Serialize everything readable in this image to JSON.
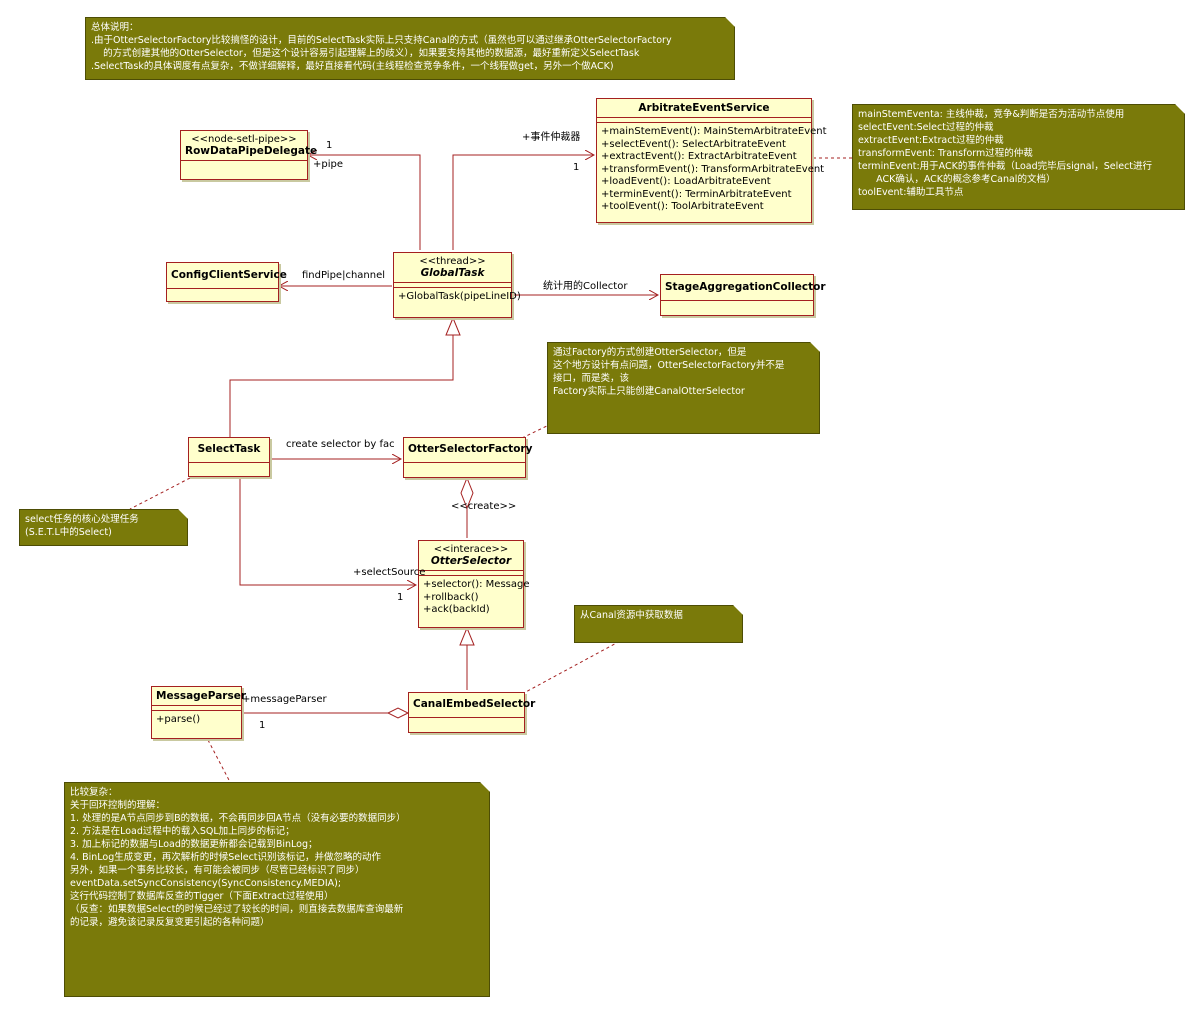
{
  "notes": {
    "overview": [
      "总体说明：",
      ".由于OtterSelectorFactory比较搞怪的设计，目前的SelectTask实际上只支持Canal的方式（虽然也可以通过继承OtterSelectorFactory",
      "    的方式创建其他的OtterSelector，但是这个设计容易引起理解上的歧义），如果要支持其他的数据源，最好重新定义SelectTask",
      ".SelectTask的具体调度有点复杂，不做详细解释，最好直接看代码(主线程检查竞争条件，一个线程做get，另外一个做ACK)"
    ],
    "arbitrate": [
      "mainStemEventa: 主线仲裁，竞争&判断是否为活动节点使用",
      "selectEvent:Select过程的仲裁",
      "extractEvent:Extract过程的仲裁",
      "transformEvent: Transform过程的仲裁",
      "terminEvent:用于ACK的事件仲裁（Load完毕后signal，Select进行",
      "      ACK确认，ACK的概念参考Canal的文档）",
      "toolEvent:辅助工具节点"
    ],
    "factory": [
      "通过Factory的方式创建OtterSelector，但是",
      "这个地方设计有点问题，OtterSelectorFactory并不是",
      "接口，而是类，该",
      "Factory实际上只能创建CanalOtterSelector"
    ],
    "selecttask": [
      "select任务的核心处理任务",
      "(S.E.T.L中的Select)"
    ],
    "canal": [
      "从Canal资源中获取数据"
    ],
    "complex": [
      "比较复杂：",
      "",
      "关于回环控制的理解：",
      "1. 处理的是A节点同步到B的数据，不会再同步回A节点（没有必要的数据同步）",
      "2. 方法是在Load过程中的载入SQL加上同步的标记；",
      "3. 加上标记的数据与Load的数据更新都会记载到BinLog；",
      "4. BinLog生成变更，再次解析的时候Select识别该标记，并做忽略的动作",
      "",
      "另外，如果一个事务比较长，有可能会被同步（尽管已经标识了同步）",
      "",
      "eventData.setSyncConsistency(SyncConsistency.MEDIA);",
      "这行代码控制了数据库反查的Tigger（下面Extract过程使用）",
      "（反查：如果数据Select的时候已经过了较长的时间，则直接去数据库查询最新",
      "的记录，避免该记录反复变更引起的各种问题）"
    ]
  },
  "classes": {
    "row_data_pipe_delegate": {
      "stereotype": "<<node-setl-pipe>>",
      "name": "RowDataPipeDelegate"
    },
    "arbitrate_event_service": {
      "name": "ArbitrateEventService",
      "operations": [
        "+mainStemEvent(): MainStemArbitrateEvent",
        "+selectEvent(): SelectArbitrateEvent",
        "+extractEvent(): ExtractArbitrateEvent",
        "+transformEvent(): TransformArbitrateEvent",
        "+loadEvent(): LoadArbitrateEvent",
        "+terminEvent(): TerminArbitrateEvent",
        "+toolEvent(): ToolArbitrateEvent"
      ]
    },
    "config_client_service": {
      "name": "ConfigClientService"
    },
    "global_task": {
      "stereotype": "<<thread>>",
      "name": "GlobalTask",
      "operations": [
        "+GlobalTask(pipeLineID)"
      ]
    },
    "stage_aggregation_collector": {
      "name": "StageAggregationCollector"
    },
    "select_task": {
      "name": "SelectTask"
    },
    "otter_selector_factory": {
      "name": "OtterSelectorFactory"
    },
    "otter_selector": {
      "stereotype": "<<interace>>",
      "name": "OtterSelector",
      "operations": [
        "+selector(): Message",
        "+rollback()",
        "+ack(backId)"
      ]
    },
    "message_parser": {
      "name": "MessageParser",
      "operations": [
        "+parse()"
      ]
    },
    "canal_embed_selector": {
      "name": "CanalEmbedSelector"
    }
  },
  "labels": {
    "pipe_mult": "1",
    "pipe_role": "+pipe",
    "arbiter_role": "+事件仲裁器",
    "arbiter_mult": "1",
    "find_pipe": "findPipe|channel",
    "collector": "统计用的Collector",
    "create_selector": "create selector by fac",
    "create_stereo": "<<create>>",
    "select_source": "+selectSource",
    "select_source_mult": "1",
    "message_parser_role": "+messageParser",
    "message_parser_mult": "1"
  }
}
